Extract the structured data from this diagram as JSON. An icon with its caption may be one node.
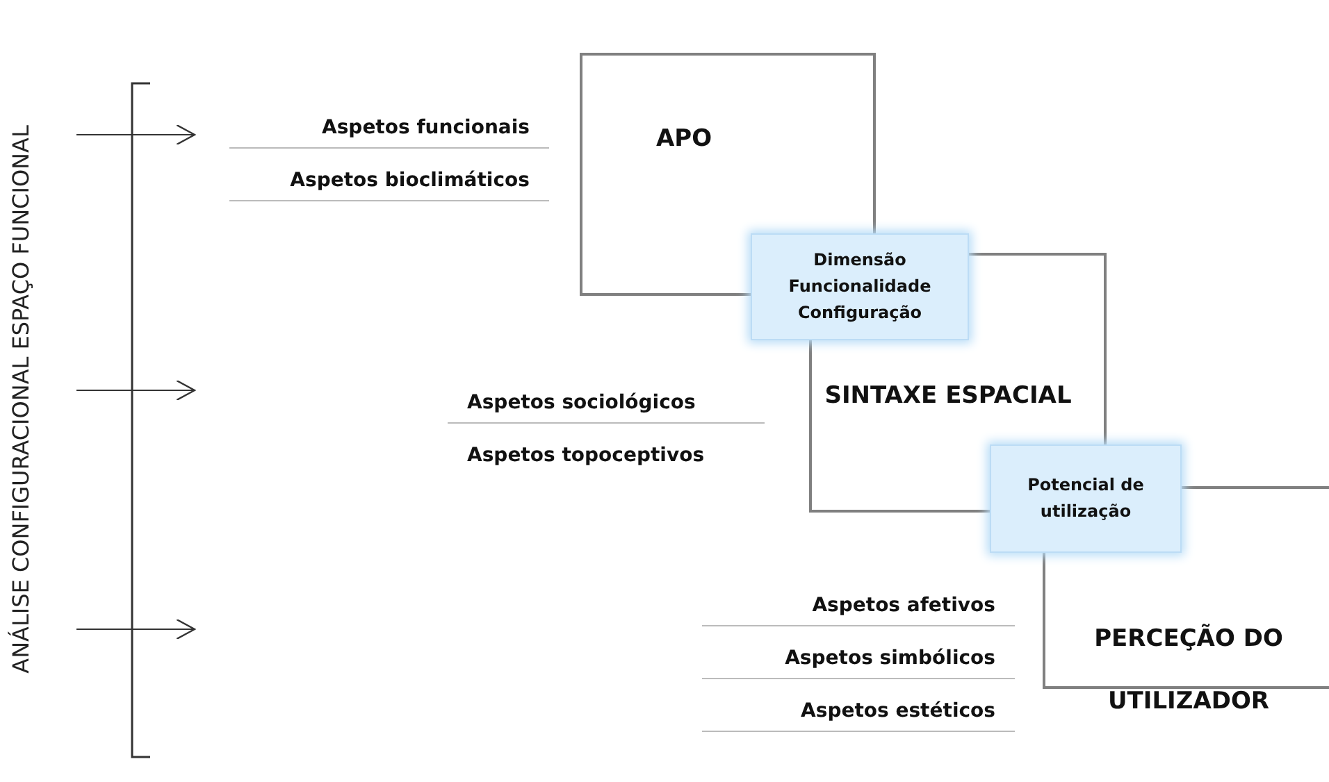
{
  "diagram": {
    "nodes": [
      {
        "text": [
          "APO"
        ]
      },
      {
        "text": [
          "SINTAXE ESPACIAL"
        ]
      },
      {
        "text": [
          "PERCEÇÃO DO UTILIZADOR"
        ]
      },
      {
        "text": [
          "Dimensão Funcionalidade Configuração"
        ]
      },
      {
        "text": [
          "Potencial de utilização"
        ]
      },
      {
        "text": [
          "Aspetos funcionais",
          "Aspetos bioclimáticos"
        ]
      },
      {
        "text": [
          "Aspetos sociológicos",
          "Aspetos topoceptivos"
        ]
      },
      {
        "text": [
          "Aspetos afetivos",
          "Aspetos simbólicos",
          "Aspetos estéticos"
        ]
      }
    ],
    "labels": [
      "ANÁLISE CONFIGURACIONAL ESPAÇO FUNCIONAL"
    ]
  }
}
